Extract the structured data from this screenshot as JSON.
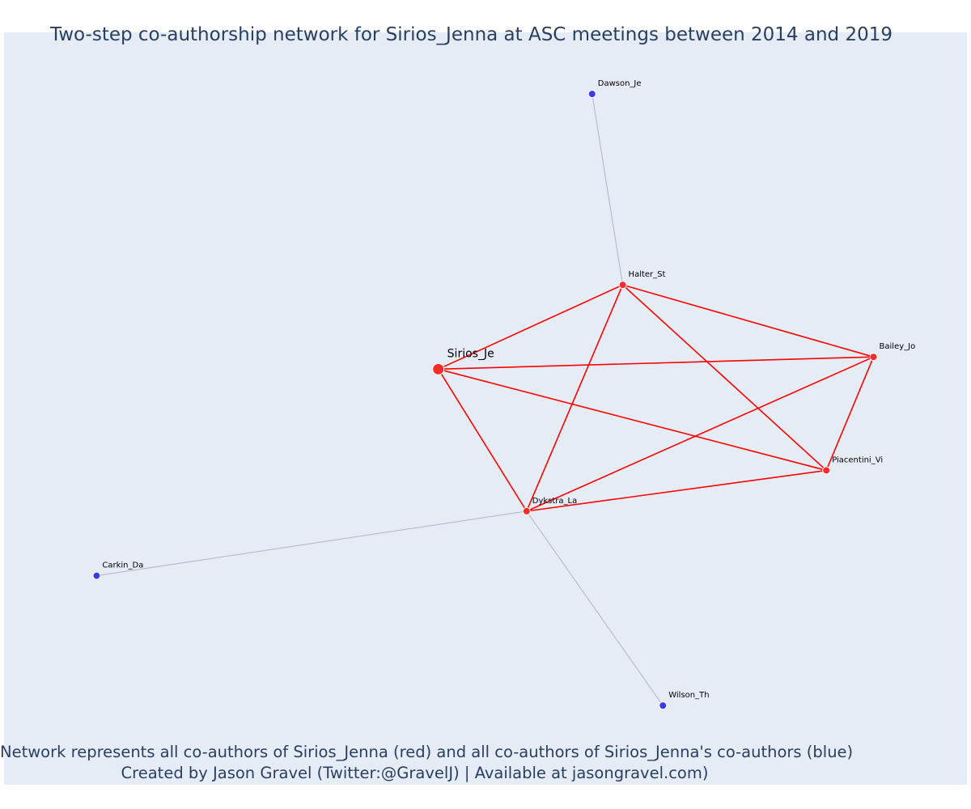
{
  "chart_data": {
    "type": "network",
    "title": "Two-step co-authorship network for Sirios_Jenna at ASC meetings between 2014 and 2019",
    "caption_lines": [
      "Network represents all co-authors of Sirios_Jenna (red) and all co-authors of Sirios_Jenna's co-authors (blue)",
      "Created by Jason Gravel (Twitter:@GravelJ) | Available at jasongravel.com)"
    ],
    "colors": {
      "focal": "#ff2a2a",
      "coauthor": "#ff2a2a",
      "second_step": "#3a3af0",
      "direct_edge": "#ff0000",
      "indirect_edge": "#b3b3c6",
      "background": "#e5ecf6",
      "text": "#2a3f5f"
    },
    "nodes": [
      {
        "id": "Sirios_Je",
        "label": "Sirios_Je",
        "group": "focal",
        "x": 0.446,
        "y": 0.552
      },
      {
        "id": "Halter_St",
        "label": "Halter_St",
        "group": "coauthor",
        "x": 0.657,
        "y": 0.676
      },
      {
        "id": "Bailey_Jo",
        "label": "Bailey_Jo",
        "group": "coauthor",
        "x": 0.944,
        "y": 0.57
      },
      {
        "id": "Piacentini_Vi",
        "label": "Piacentini_Vi",
        "group": "coauthor",
        "x": 0.89,
        "y": 0.403
      },
      {
        "id": "Dykstra_La",
        "label": "Dykstra_La",
        "group": "coauthor",
        "x": 0.547,
        "y": 0.343
      },
      {
        "id": "Dawson_Je",
        "label": "Dawson_Je",
        "group": "second_step",
        "x": 0.622,
        "y": 0.957
      },
      {
        "id": "Carkin_Da",
        "label": "Carkin_Da",
        "group": "second_step",
        "x": 0.055,
        "y": 0.248
      },
      {
        "id": "Wilson_Th",
        "label": "Wilson_Th",
        "group": "second_step",
        "x": 0.703,
        "y": 0.057
      }
    ],
    "edges": [
      {
        "source": "Sirios_Je",
        "target": "Halter_St",
        "type": "direct"
      },
      {
        "source": "Sirios_Je",
        "target": "Bailey_Jo",
        "type": "direct"
      },
      {
        "source": "Sirios_Je",
        "target": "Piacentini_Vi",
        "type": "direct"
      },
      {
        "source": "Sirios_Je",
        "target": "Dykstra_La",
        "type": "direct"
      },
      {
        "source": "Halter_St",
        "target": "Bailey_Jo",
        "type": "direct"
      },
      {
        "source": "Halter_St",
        "target": "Piacentini_Vi",
        "type": "direct"
      },
      {
        "source": "Halter_St",
        "target": "Dykstra_La",
        "type": "direct"
      },
      {
        "source": "Bailey_Jo",
        "target": "Piacentini_Vi",
        "type": "direct"
      },
      {
        "source": "Bailey_Jo",
        "target": "Dykstra_La",
        "type": "direct"
      },
      {
        "source": "Piacentini_Vi",
        "target": "Dykstra_La",
        "type": "direct"
      },
      {
        "source": "Halter_St",
        "target": "Dawson_Je",
        "type": "indirect"
      },
      {
        "source": "Dykstra_La",
        "target": "Carkin_Da",
        "type": "indirect"
      },
      {
        "source": "Dykstra_La",
        "target": "Wilson_Th",
        "type": "indirect"
      }
    ]
  }
}
